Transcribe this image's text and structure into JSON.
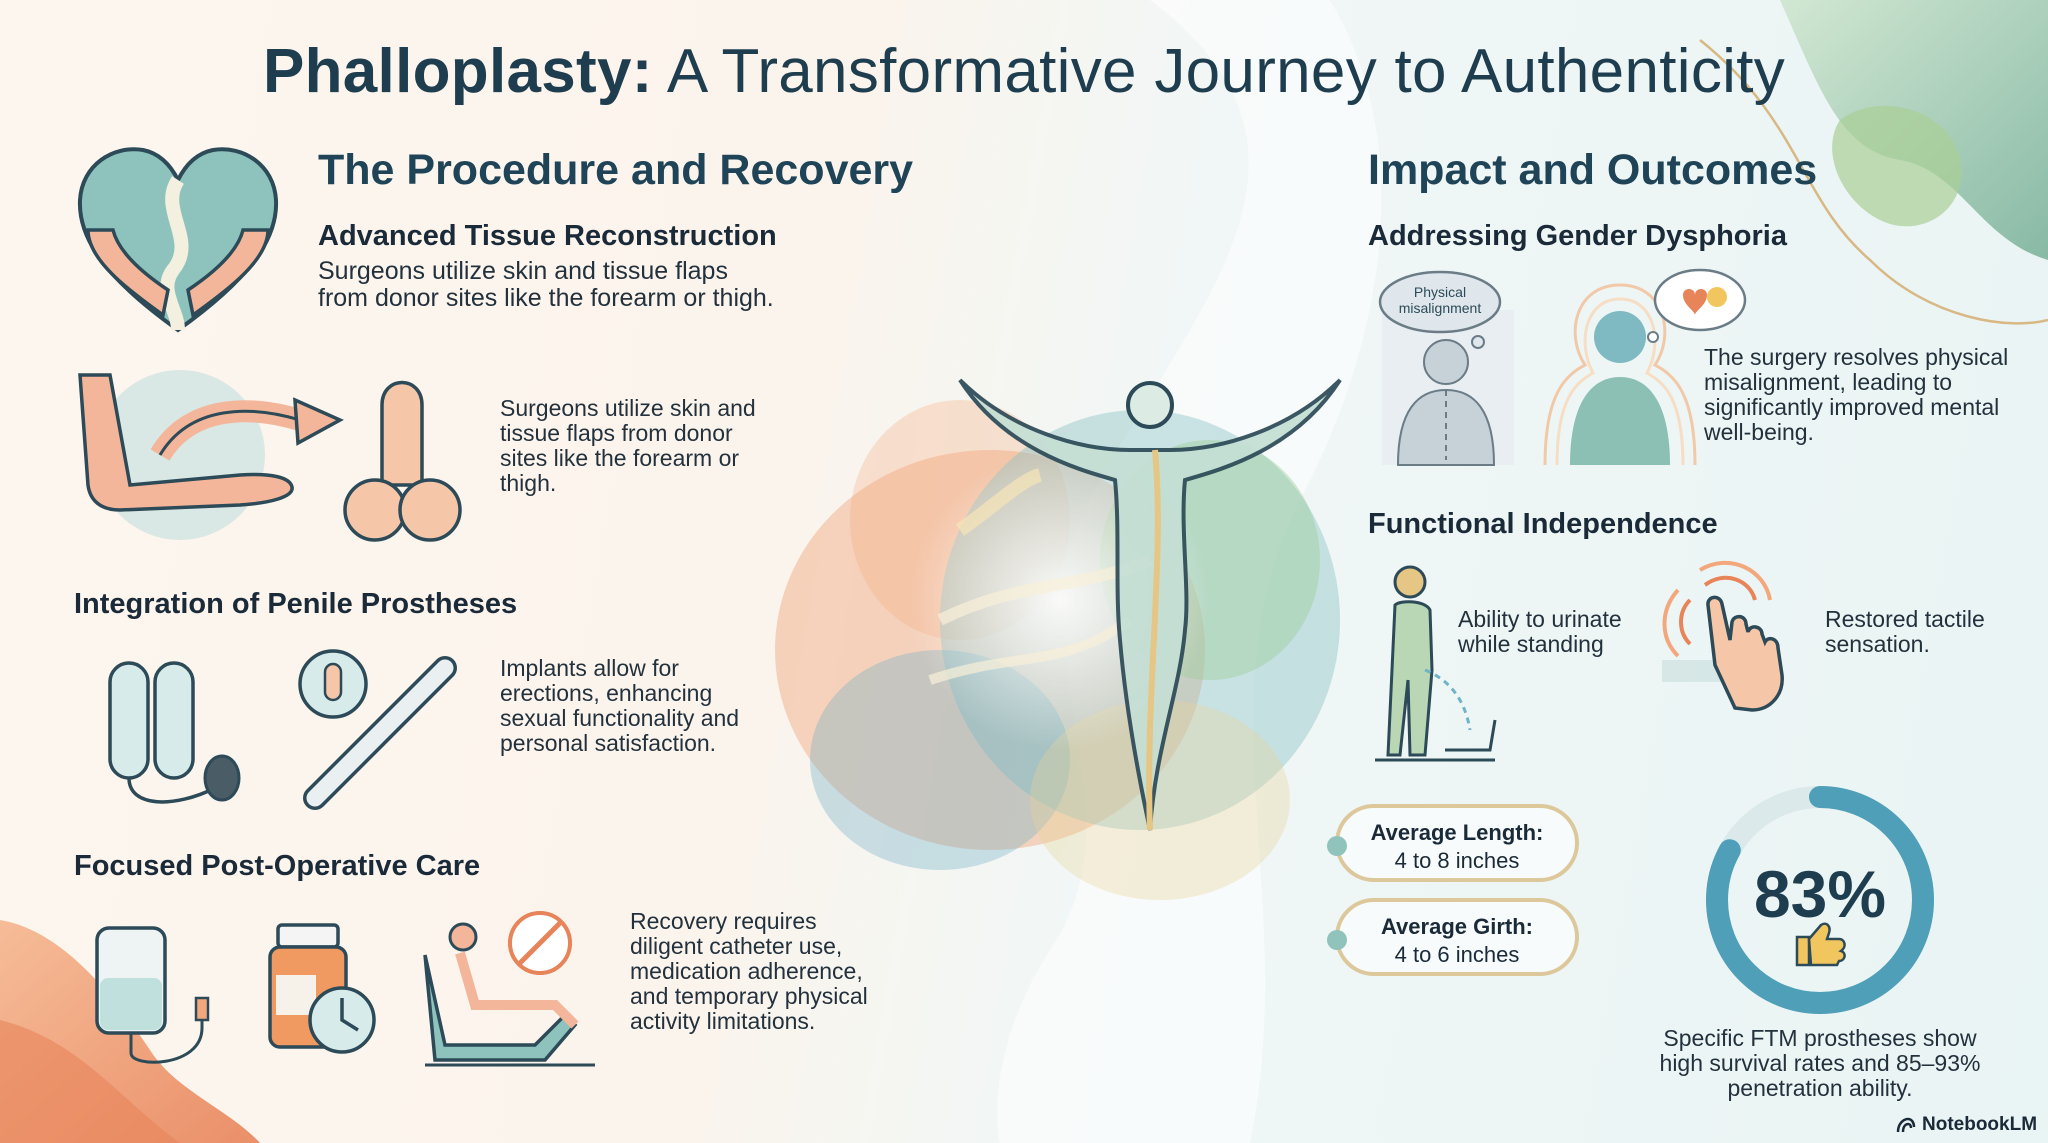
{
  "title": {
    "strong": "Phalloplasty:",
    "rest": " A Transformative Journey to Authenticity"
  },
  "left": {
    "heading": "The Procedure and Recovery",
    "tissue": {
      "title": "Advanced Tissue Reconstruction",
      "text_line1": "Surgeons utilize skin and tissue flaps",
      "text_line2": "from donor sites like the forearm or thigh.",
      "side_line1": "Surgeons utilize skin and",
      "side_line2": "tissue flaps from donor",
      "side_line3": "sites like the forearm or",
      "side_line4": "thigh."
    },
    "prostheses": {
      "title": "Integration of Penile Prostheses",
      "line1": "Implants allow for",
      "line2": "erections, enhancing",
      "line3": "sexual functionality and",
      "line4": "personal satisfaction."
    },
    "care": {
      "title": "Focused Post-Operative Care",
      "line1": "Recovery requires",
      "line2": "diligent catheter use,",
      "line3": "medication adherence,",
      "line4": "and temporary physical",
      "line5": "activity limitations."
    }
  },
  "right": {
    "heading": "Impact and Outcomes",
    "dysphoria": {
      "title": "Addressing Gender Dysphoria",
      "bubble_line1": "Physical",
      "bubble_line2": "misalignment",
      "line1": "The surgery resolves physical",
      "line2": "misalignment, leading to",
      "line3": "significantly improved mental",
      "line4": "well-being."
    },
    "independence": {
      "title": "Functional Independence",
      "urinate_line1": "Ability to urinate",
      "urinate_line2": "while standing",
      "tactile_line1": "Restored tactile",
      "tactile_line2": "sensation."
    },
    "stats": {
      "length_label": "Average Length:",
      "length_value": "4 to 8 inches",
      "girth_label": "Average Girth:",
      "girth_value": "4 to 6 inches",
      "percent": "83%",
      "percent_value": 83,
      "caption_line1": "Specific FTM prostheses show",
      "caption_line2": "high survival rates and 85–93%",
      "caption_line3": "penetration ability."
    }
  },
  "brand": "NotebookLM",
  "colors": {
    "title": "#1e3d4f",
    "heading": "#1f4457",
    "accent_orange": "#ef9a6b",
    "accent_teal": "#6fb3b8",
    "accent_green": "#8cc08a",
    "accent_gold": "#dcc89a"
  }
}
